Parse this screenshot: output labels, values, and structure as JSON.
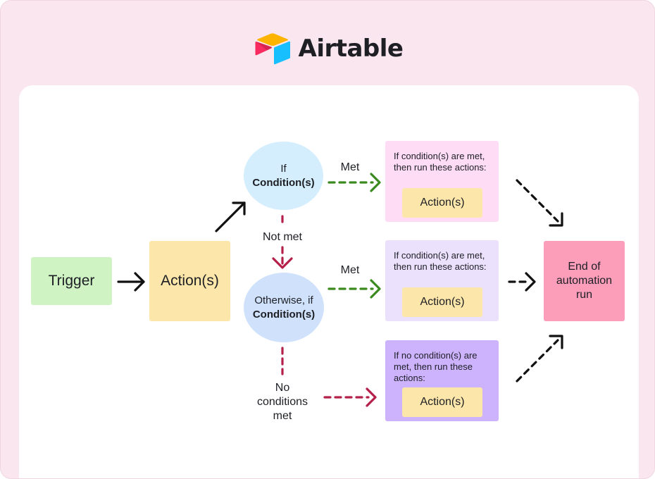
{
  "brand": {
    "name": "Airtable",
    "logo_icon": "airtable-logo-icon",
    "colors": {
      "yellow": "#fcb400",
      "blue": "#18bfff",
      "red": "#f82b60",
      "dark_red": "#ba1e45"
    }
  },
  "diagram": {
    "trigger": {
      "label": "Trigger",
      "color": "#d0f3c4"
    },
    "first_action": {
      "label": "Action(s)",
      "color": "#fde6a9"
    },
    "condition_if": {
      "line1": "If",
      "line2": "Condition(s)",
      "color": "#d4eefe"
    },
    "condition_otherwise": {
      "line1": "Otherwise, if",
      "line2": "Condition(s)",
      "color": "#cfe1fb"
    },
    "edge_labels": {
      "met_1": "Met",
      "met_2": "Met",
      "not_met": "Not met",
      "no_conditions": [
        "No",
        "conditions",
        "met"
      ]
    },
    "branches": [
      {
        "text": "If condition(s) are met, then run these actions:",
        "action": "Action(s)",
        "color": "#fedcf5"
      },
      {
        "text": "If condition(s) are met, then run these actions:",
        "action": "Action(s)",
        "color": "#ebe1fd"
      },
      {
        "text": "If no condition(s) are met, then run these actions:",
        "action": "Action(s)",
        "color": "#cdb2fd"
      }
    ],
    "end": {
      "label": "End of automation run",
      "color": "#fc9dba"
    },
    "arrow_colors": {
      "solid": "#111111",
      "met": "#3a8a1f",
      "not_met": "#b5204a",
      "to_end": "#111111"
    }
  }
}
